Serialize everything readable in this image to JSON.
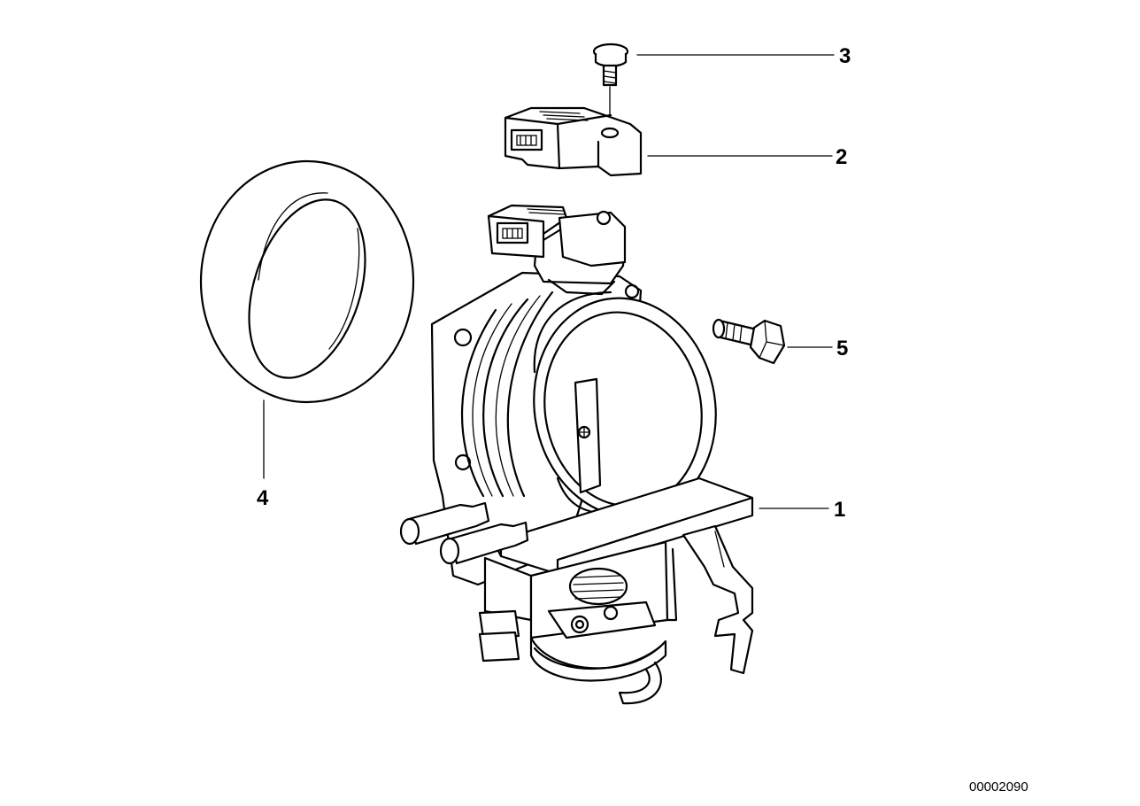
{
  "callouts": [
    {
      "label": "1",
      "part": "throttle-housing"
    },
    {
      "label": "2",
      "part": "throttle-position-sensor"
    },
    {
      "label": "3",
      "part": "screw"
    },
    {
      "label": "4",
      "part": "sleeve-ring"
    },
    {
      "label": "5",
      "part": "hex-bolt"
    }
  ],
  "doc_id": "00002090"
}
